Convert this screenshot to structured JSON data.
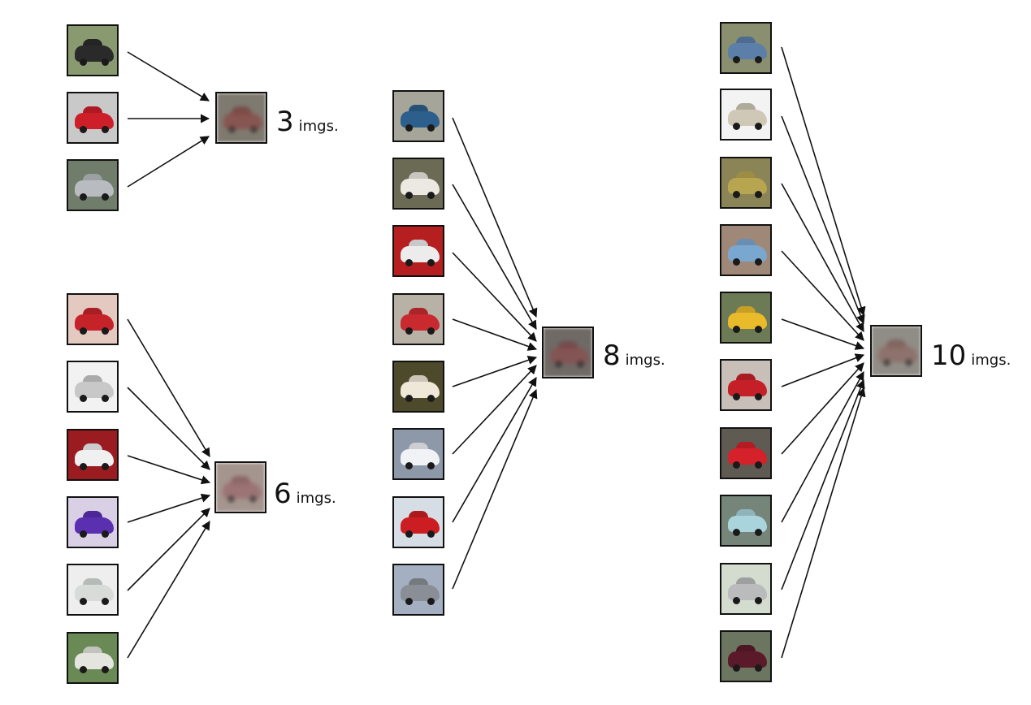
{
  "groups": [
    {
      "id": "g3",
      "count_label": "3",
      "unit_label": "imgs.",
      "inputs": [
        {
          "bg": "#8a9a70",
          "body": "#2a2a2a"
        },
        {
          "bg": "#c9c9c9",
          "body": "#cc1f2a"
        },
        {
          "bg": "#6f7d6a",
          "body": "#b8bcc0"
        }
      ],
      "average": {
        "bg": "#7f7a70",
        "body": "#8b4a48"
      }
    },
    {
      "id": "g6",
      "count_label": "6",
      "unit_label": "imgs.",
      "inputs": [
        {
          "bg": "#e3c9bf",
          "body": "#c4232a"
        },
        {
          "bg": "#f2f2f2",
          "body": "#c8c8c8"
        },
        {
          "bg": "#9a1c20",
          "body": "#f0f0f0"
        },
        {
          "bg": "#d9d0e6",
          "body": "#5a2fb0"
        },
        {
          "bg": "#eeeeee",
          "body": "#d7dcd8"
        },
        {
          "bg": "#6a8a55",
          "body": "#e5e5e0"
        }
      ],
      "average": {
        "bg": "#a5958f",
        "body": "#9a6a6e"
      }
    },
    {
      "id": "g8",
      "count_label": "8",
      "unit_label": "imgs.",
      "inputs": [
        {
          "bg": "#a5a59a",
          "body": "#2d5f8c"
        },
        {
          "bg": "#6b6a55",
          "body": "#ece9e2"
        },
        {
          "bg": "#b51f1f",
          "body": "#ececec"
        },
        {
          "bg": "#b8b2a6",
          "body": "#c92a30"
        },
        {
          "bg": "#4d4a2c",
          "body": "#efe8d8"
        },
        {
          "bg": "#8d98a8",
          "body": "#f0f2f6"
        },
        {
          "bg": "#d7dde4",
          "body": "#cc1e22"
        },
        {
          "bg": "#a4b0c2",
          "body": "#8a8e96"
        }
      ],
      "average": {
        "bg": "#6f6a66",
        "body": "#8b4e50"
      }
    },
    {
      "id": "g10",
      "count_label": "10",
      "unit_label": "imgs.",
      "inputs": [
        {
          "bg": "#8a8f70",
          "body": "#5b7fa8"
        },
        {
          "bg": "#f3f3f3",
          "body": "#cfc8b6"
        },
        {
          "bg": "#8b8456",
          "body": "#b8a550"
        },
        {
          "bg": "#a08878",
          "body": "#7aa7d0"
        },
        {
          "bg": "#6d7a56",
          "body": "#e9bb2a"
        },
        {
          "bg": "#c7bfb8",
          "body": "#c52028"
        },
        {
          "bg": "#5f5a52",
          "body": "#d4212a"
        },
        {
          "bg": "#76857a",
          "body": "#a9d4dc"
        },
        {
          "bg": "#d4dccf",
          "body": "#b9bbbd"
        },
        {
          "bg": "#6c7560",
          "body": "#5a1a2a"
        }
      ],
      "average": {
        "bg": "#908c86",
        "body": "#8e6a64"
      }
    }
  ],
  "colors": {
    "frame": "#111111",
    "arrow": "#111111",
    "background": "#ffffff"
  }
}
